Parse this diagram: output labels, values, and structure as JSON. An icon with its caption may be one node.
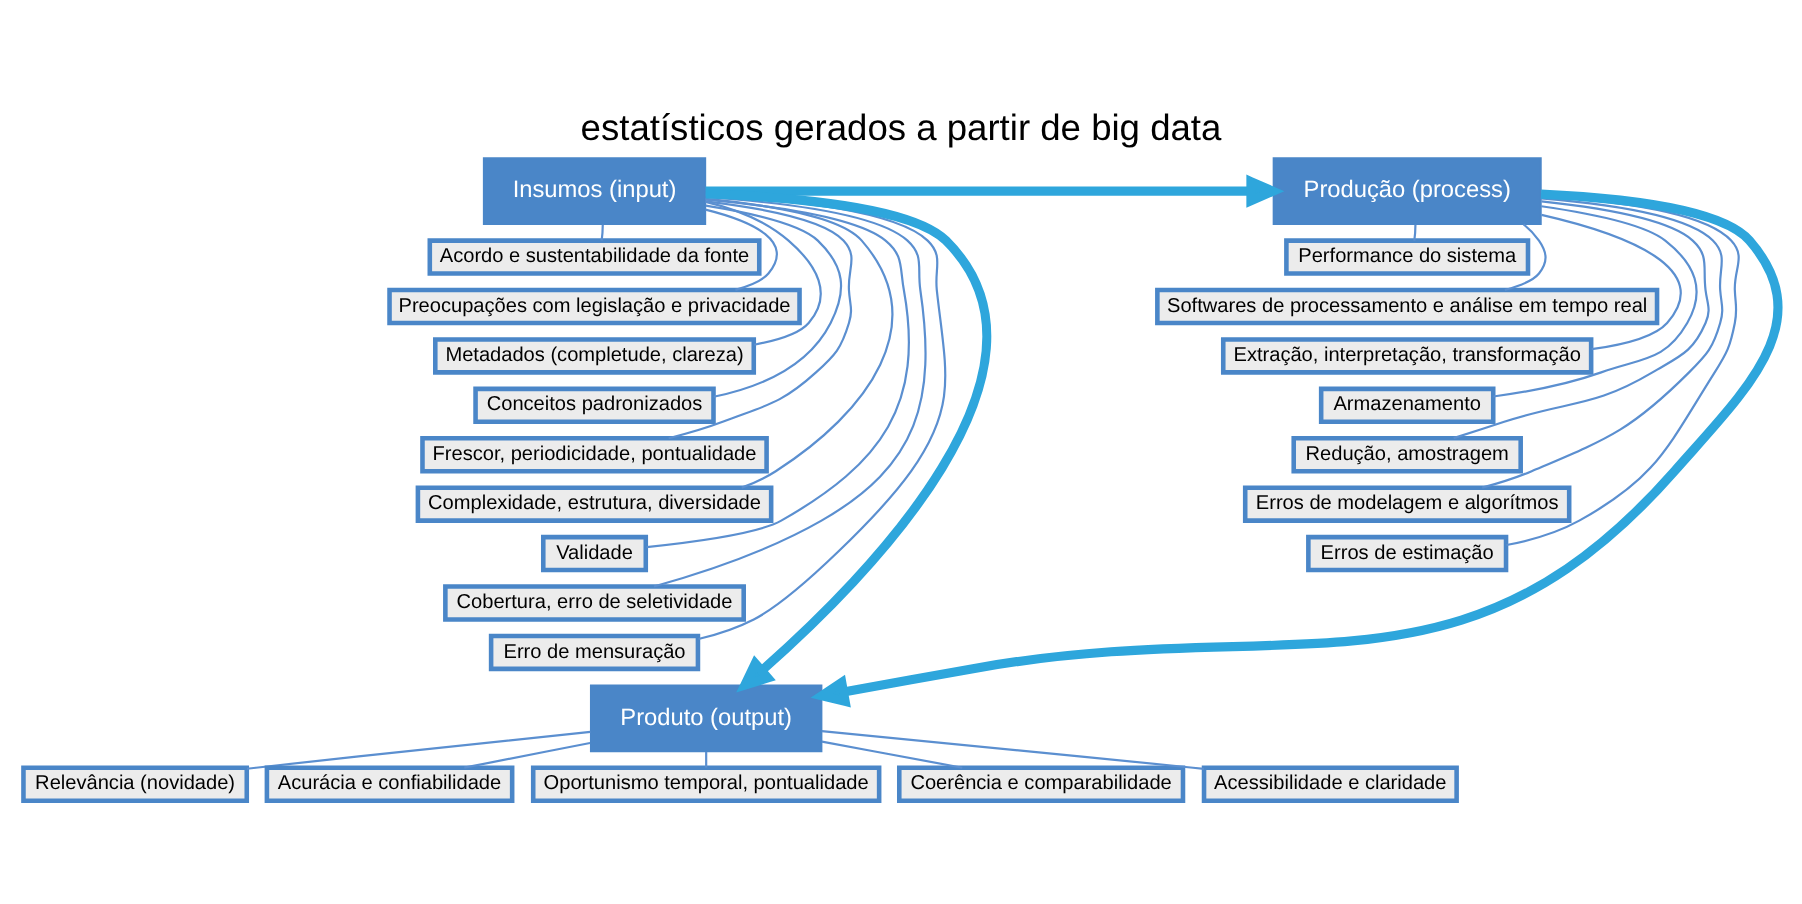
{
  "diagram": {
    "title": "estatísticos gerados a partir de big data",
    "nodes": [
      {
        "text": [
          "Insumos (input)"
        ]
      },
      {
        "text": [
          "Acordo e sustentabilidade da fonte"
        ]
      },
      {
        "text": [
          "Preocupações com legislação e privacidade"
        ]
      },
      {
        "text": [
          "Metadados (completude, clareza)"
        ]
      },
      {
        "text": [
          "Conceitos padronizados"
        ]
      },
      {
        "text": [
          "Frescor, periodicidade, pontualidade"
        ]
      },
      {
        "text": [
          "Complexidade, estrutura, diversidade"
        ]
      },
      {
        "text": [
          "Validade"
        ]
      },
      {
        "text": [
          "Cobertura, erro de seletividade"
        ]
      },
      {
        "text": [
          "Erro de mensuração"
        ]
      },
      {
        "text": [
          "Produção (process)"
        ]
      },
      {
        "text": [
          "Performance do sistema"
        ]
      },
      {
        "text": [
          "Softwares de processamento e análise em tempo real"
        ]
      },
      {
        "text": [
          "Extração, interpretação, transformação"
        ]
      },
      {
        "text": [
          "Armazenamento"
        ]
      },
      {
        "text": [
          "Redução, amostragem"
        ]
      },
      {
        "text": [
          "Erros de modelagem e algorítmos"
        ]
      },
      {
        "text": [
          "Erros de estimação"
        ]
      },
      {
        "text": [
          "Produto (output)"
        ]
      },
      {
        "text": [
          "Relevância (novidade)"
        ]
      },
      {
        "text": [
          "Acurácia e confiabilidade"
        ]
      },
      {
        "text": [
          "Oportunismo temporal, pontualidade"
        ]
      },
      {
        "text": [
          "Coerência e comparabilidade"
        ]
      },
      {
        "text": [
          "Acessibilidade e claridade"
        ]
      }
    ],
    "edges": [
      {
        "from": 0,
        "to": 1,
        "arrow": "none"
      },
      {
        "from": 0,
        "to": 2,
        "arrow": "none"
      },
      {
        "from": 0,
        "to": 3,
        "arrow": "none"
      },
      {
        "from": 0,
        "to": 4,
        "arrow": "none"
      },
      {
        "from": 0,
        "to": 5,
        "arrow": "none"
      },
      {
        "from": 0,
        "to": 6,
        "arrow": "none"
      },
      {
        "from": 0,
        "to": 7,
        "arrow": "none"
      },
      {
        "from": 0,
        "to": 8,
        "arrow": "none"
      },
      {
        "from": 0,
        "to": 9,
        "arrow": "none"
      },
      {
        "from": 10,
        "to": 11,
        "arrow": "none"
      },
      {
        "from": 10,
        "to": 12,
        "arrow": "none"
      },
      {
        "from": 10,
        "to": 13,
        "arrow": "none"
      },
      {
        "from": 10,
        "to": 14,
        "arrow": "none"
      },
      {
        "from": 10,
        "to": 15,
        "arrow": "none"
      },
      {
        "from": 10,
        "to": 16,
        "arrow": "none"
      },
      {
        "from": 10,
        "to": 17,
        "arrow": "none"
      },
      {
        "from": 18,
        "to": 19,
        "arrow": "none"
      },
      {
        "from": 18,
        "to": 20,
        "arrow": "none"
      },
      {
        "from": 18,
        "to": 21,
        "arrow": "none"
      },
      {
        "from": 18,
        "to": 22,
        "arrow": "none"
      },
      {
        "from": 18,
        "to": 23,
        "arrow": "none"
      },
      {
        "from": 0,
        "to": 10,
        "arrow": "to",
        "style": "thick",
        "color": "#2ea6dc"
      },
      {
        "from": 0,
        "to": 18,
        "arrow": "to",
        "style": "thick",
        "color": "#2ea6dc"
      },
      {
        "from": 10,
        "to": 18,
        "arrow": "to",
        "style": "thick",
        "color": "#2ea6dc"
      }
    ]
  }
}
